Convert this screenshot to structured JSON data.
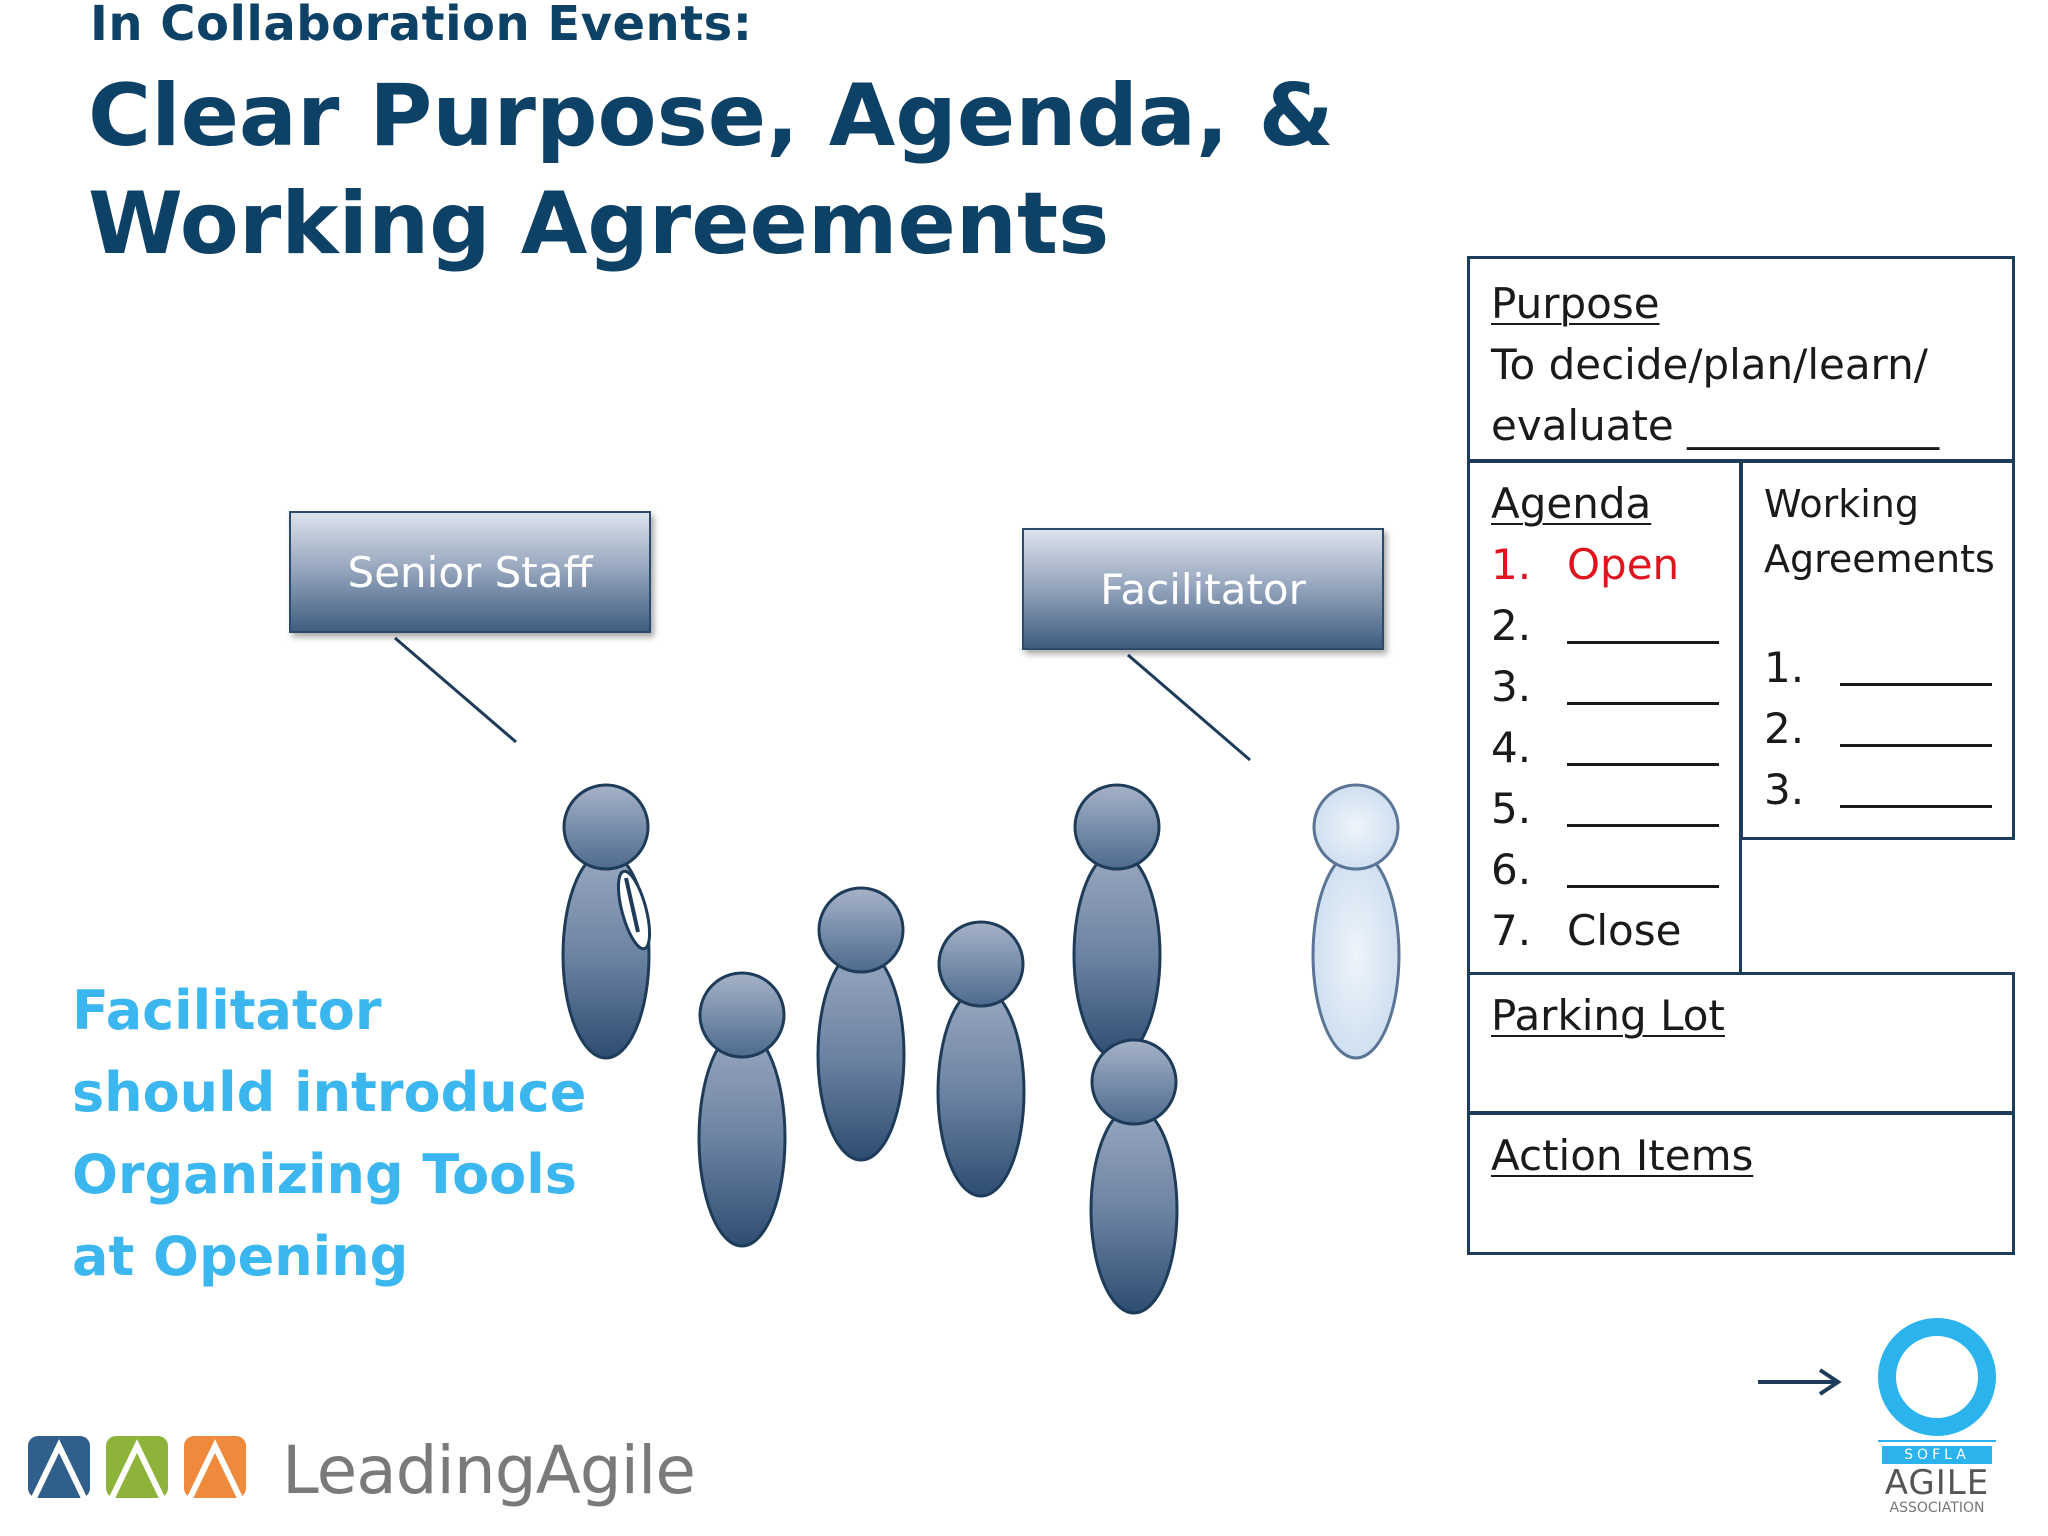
{
  "header": {
    "subtitle": "In Collaboration Events:",
    "title_line1": "Clear Purpose, Agenda, &",
    "title_line2": "Working Agreements"
  },
  "labels": {
    "senior_staff": "Senior Staff",
    "facilitator": "Facilitator"
  },
  "note": {
    "line1": "Facilitator",
    "line2": "should introduce",
    "line3": "Organizing Tools",
    "line4": "at Opening"
  },
  "board": {
    "purpose": {
      "heading": "Purpose",
      "line1": "To decide/plan/learn/",
      "line2": "evaluate ____________"
    },
    "agenda": {
      "heading": "Agenda",
      "items": [
        {
          "num": "1.",
          "text": "Open"
        },
        {
          "num": "2.",
          "text": ""
        },
        {
          "num": "3.",
          "text": ""
        },
        {
          "num": "4.",
          "text": ""
        },
        {
          "num": "5.",
          "text": ""
        },
        {
          "num": "6.",
          "text": ""
        },
        {
          "num": "7.",
          "text": "Close"
        }
      ]
    },
    "working_agreements": {
      "heading_line1": "Working",
      "heading_line2": "Agreements",
      "items": [
        "1.",
        "2.",
        "3."
      ]
    },
    "parking_lot": "Parking Lot",
    "action_items": "Action Items"
  },
  "logos": {
    "leading_agile": "LeadingAgile",
    "agile_word": "AGILE",
    "agile_assoc": "ASSOCIATION",
    "agile_band": "SOFLA"
  },
  "colors": {
    "title": "#0e4166",
    "note": "#3cb6ef",
    "open_item": "#e0141e",
    "figure_dark": "#2c4a6a",
    "ring": "#2bb3ee"
  }
}
